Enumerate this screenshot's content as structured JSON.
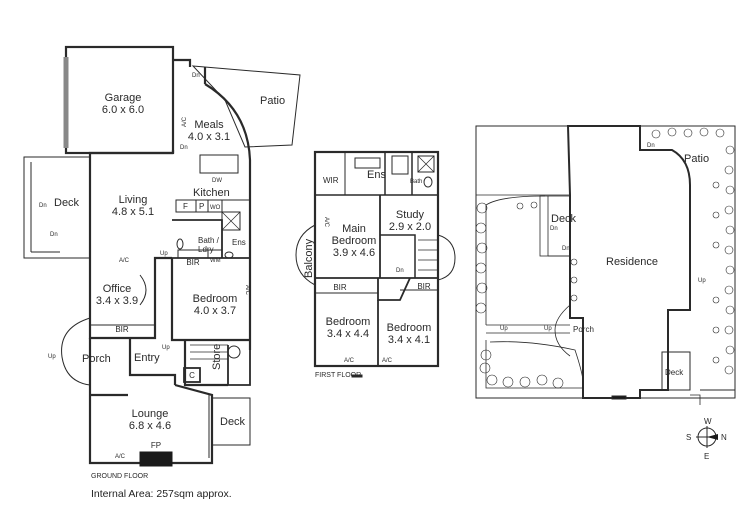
{
  "ground_floor": {
    "caption": "GROUND FLOOR",
    "rooms": [
      {
        "name": "Garage",
        "dims": "6.0 x 6.0"
      },
      {
        "name": "Meals",
        "dims": "4.0 x 3.1"
      },
      {
        "name": "Living",
        "dims": "4.8 x 5.1"
      },
      {
        "name": "Office",
        "dims": "3.4 x 3.9"
      },
      {
        "name": "Bedroom",
        "dims": "4.0 x 3.7"
      },
      {
        "name": "Lounge",
        "dims": "6.8 x 4.6"
      }
    ],
    "labels": {
      "patio": "Patio",
      "deck": "Deck",
      "kitchen": "Kitchen",
      "bath": "Bath /",
      "ldry": "Ldry",
      "ens": "Ens",
      "entry": "Entry",
      "porch": "Porch",
      "store": "Store",
      "c": "C",
      "bir": "BIR",
      "fp": "FP",
      "dw": "DW",
      "wo": "WO",
      "wm": "WM",
      "f": "F",
      "p": "P",
      "dn": "Dn",
      "up": "Up",
      "ac": "A/C"
    }
  },
  "first_floor": {
    "caption": "FIRST FLOOR",
    "rooms": [
      {
        "name": "Main",
        "name2": "Bedroom",
        "dims": "3.9 x 4.6"
      },
      {
        "name": "Study",
        "dims": "2.9 x 2.0"
      },
      {
        "name": "Bedroom",
        "dims": "3.4 x 4.4"
      },
      {
        "name": "Bedroom",
        "dims": "3.4 x 4.1"
      }
    ],
    "labels": {
      "wir": "WIR",
      "ens": "Ens",
      "bath": "Bath",
      "balcony": "Balcony",
      "bir": "BIR",
      "dn": "Dn",
      "ac": "A/C"
    }
  },
  "site_plan": {
    "labels": {
      "residence": "Residence",
      "patio": "Patio",
      "deck": "Deck",
      "porch": "Porch",
      "dn": "Dn",
      "up": "Up"
    },
    "compass": {
      "n": "N",
      "s": "S",
      "e": "E",
      "w": "W"
    }
  },
  "footer": {
    "internal_area": "Internal Area: 257sqm approx."
  }
}
